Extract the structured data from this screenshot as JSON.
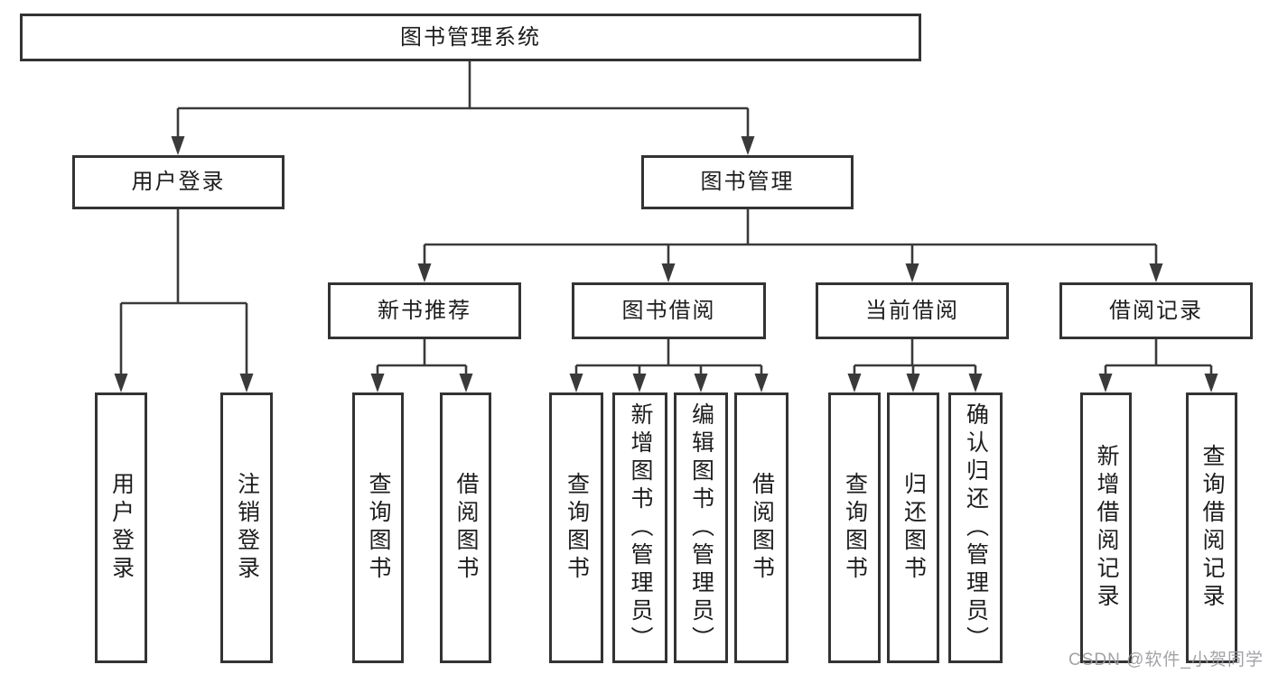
{
  "diagram": {
    "tree": {
      "label": "图书管理系统",
      "children": [
        {
          "label": "用户登录",
          "children": [
            {
              "label": "用户登录"
            },
            {
              "label": "注销登录"
            }
          ]
        },
        {
          "label": "图书管理",
          "children": [
            {
              "label": "新书推荐",
              "children": [
                {
                  "label": "查询图书"
                },
                {
                  "label": "借阅图书"
                }
              ]
            },
            {
              "label": "图书借阅",
              "children": [
                {
                  "label": "查询图书"
                },
                {
                  "label": "新增图书（管理员）"
                },
                {
                  "label": "编辑图书（管理员）"
                },
                {
                  "label": "借阅图书"
                }
              ]
            },
            {
              "label": "当前借阅",
              "children": [
                {
                  "label": "查询图书"
                },
                {
                  "label": "归还图书"
                },
                {
                  "label": "确认归还（管理员）"
                }
              ]
            },
            {
              "label": "借阅记录",
              "children": [
                {
                  "label": "新增借阅记录"
                },
                {
                  "label": "查询借阅记录"
                }
              ]
            }
          ]
        }
      ]
    },
    "colors": {
      "line": "#3a3a3a",
      "box_border": "#333333",
      "text": "#1d1d1d",
      "background": "#ffffff",
      "watermark": "#9a9aa0"
    }
  },
  "watermark": {
    "text": "CSDN @软件_小贺同学"
  }
}
